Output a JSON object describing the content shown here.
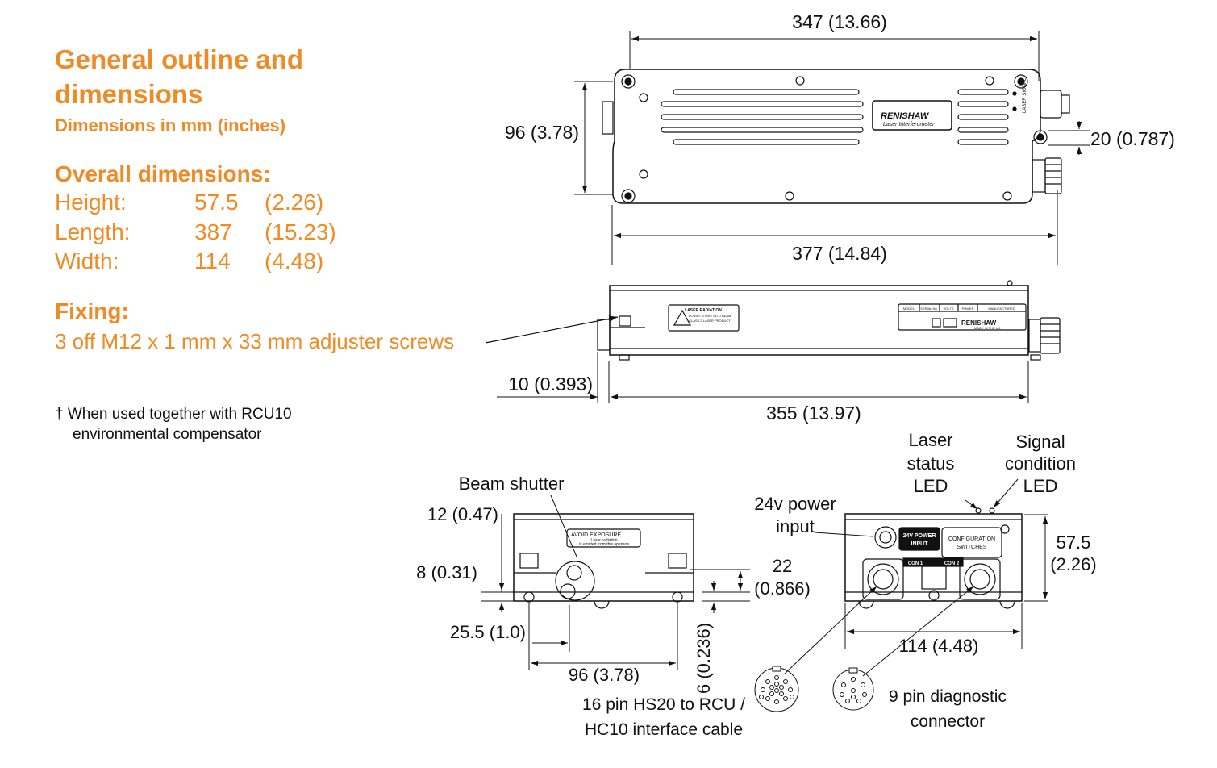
{
  "heading": {
    "title_line1": "General outline and",
    "title_line2": "dimensions",
    "subtitle": "Dimensions in mm (inches)"
  },
  "overall": {
    "title": "Overall dimensions:",
    "rows": [
      {
        "label": "Height:",
        "mm": "57.5",
        "inch": "(2.26)"
      },
      {
        "label": "Length:",
        "mm": "387",
        "inch": "(15.23)"
      },
      {
        "label": "Width:",
        "mm": "114",
        "inch": "(4.48)"
      }
    ]
  },
  "fixing": {
    "title": "Fixing:",
    "text": "3 off M12 x 1 mm x 33 mm adjuster screws"
  },
  "footnote": {
    "line1": "† When used together with RCU10",
    "line2": "environmental compensator"
  },
  "top_view": {
    "dim_top": "347 (13.66)",
    "dim_height": "96 (3.78)",
    "dim_right": "20 (0.787)",
    "dim_bottom": "377 (14.84)",
    "badge_brand": "RENISHAW",
    "badge_sub": "Laser Interferometer",
    "side_text": "LASER SIGNAL"
  },
  "side_view": {
    "dim_left": "10 (0.393)",
    "dim_bottom": "355 (13.97)",
    "warning_lines": [
      "LASER RADIATION",
      "DO NOT STARE INTO BEAM",
      "CLASS 2 LASER PRODUCT"
    ],
    "label_headers": [
      "MODEL",
      "SERIAL No.",
      "VOLTS",
      "POWER",
      "MANUFACTURED"
    ],
    "label_brand": "RENISHAW",
    "label_origin": "MADE IN THE UK"
  },
  "front_view": {
    "callout_shutter": "Beam shutter",
    "dim_12": "12 (0.47)",
    "dim_8": "8 (0.31)",
    "dim_22a": "22",
    "dim_22b": "(0.866)",
    "dim_255": "25.5 (1.0)",
    "dim_96": "96 (3.78)",
    "dim_6": "6 (0.236)",
    "label_line1": "AVOID EXPOSURE",
    "label_line2": "Laser radiation",
    "label_line3": "is emitted from this aperture"
  },
  "rear_view": {
    "callout_power_1": "24v power",
    "callout_power_2": "input",
    "callout_laser_1": "Laser",
    "callout_laser_2": "status",
    "callout_laser_3": "LED",
    "callout_signal_1": "Signal",
    "callout_signal_2": "condition",
    "callout_signal_3": "LED",
    "dim_height_1": "57.5",
    "dim_height_2": "(2.26)",
    "dim_width": "114 (4.48)",
    "panel_power_1": "24V POWER",
    "panel_power_2": "INPUT",
    "panel_config_1": "CONFIGURATION",
    "panel_config_2": "SWITCHES",
    "panel_con1": "CON 1",
    "panel_con2": "CON 2",
    "conn16_1": "16 pin HS20 to RCU /",
    "conn16_2": "HC10 interface cable",
    "conn9_1": "9 pin diagnostic",
    "conn9_2": "connector"
  },
  "colors": {
    "accent": "#f08a24",
    "ink": "#111111"
  }
}
